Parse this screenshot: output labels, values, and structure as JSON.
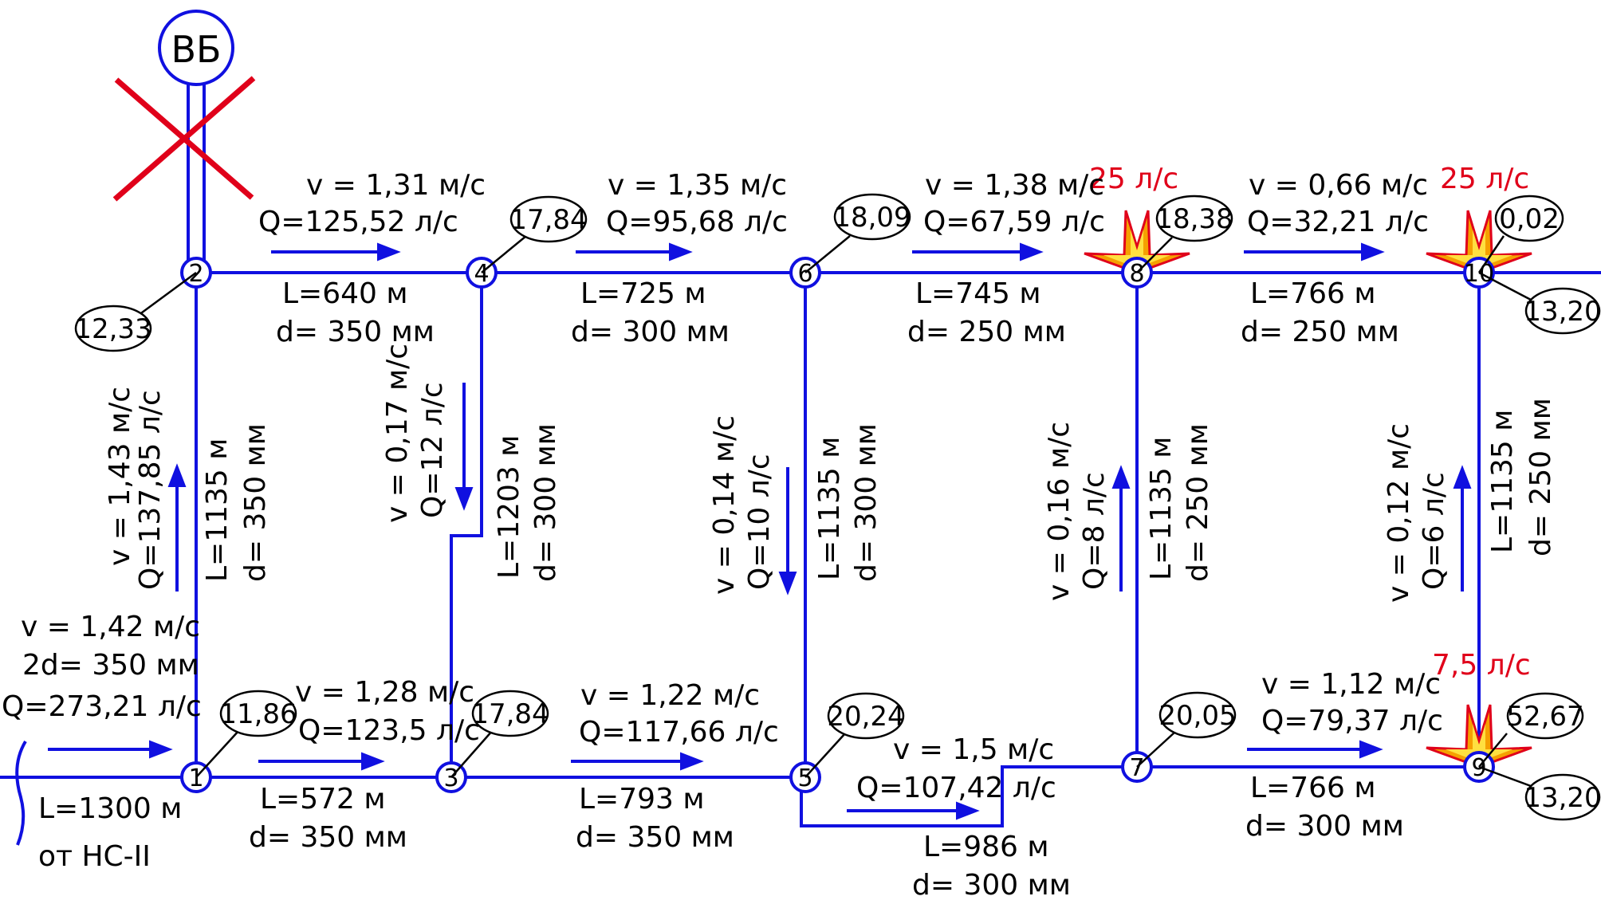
{
  "tower": {
    "label": "ВБ",
    "crossed": true
  },
  "source": {
    "label": "от НС-II",
    "length": "L=1300 м"
  },
  "inflow": {
    "v": "v = 1,42 м/с",
    "d": "2d= 350 мм",
    "q": "Q=273,21 л/с"
  },
  "nodes": [
    {
      "id": "1"
    },
    {
      "id": "2"
    },
    {
      "id": "3"
    },
    {
      "id": "4"
    },
    {
      "id": "5"
    },
    {
      "id": "6"
    },
    {
      "id": "7"
    },
    {
      "id": "8"
    },
    {
      "id": "9"
    },
    {
      "id": "10"
    }
  ],
  "node_values": {
    "n1": "11,86",
    "n2": "12,33",
    "n3": "17,84",
    "n4": "17,84",
    "n5": "20,24",
    "n6": "18,09",
    "n7": "20,05",
    "n8": "18,38",
    "n10a": "0,02",
    "n10b": "13,20",
    "n9a": "52,67",
    "n9b": "13,20"
  },
  "fires": {
    "f8": "25 л/с",
    "f10": "25 л/с",
    "f9": "7,5 л/с"
  },
  "pipes": {
    "p24": {
      "v": "v = 1,31 м/с",
      "q": "Q=125,52 л/с",
      "l": "L=640 м",
      "d": "d= 350 мм"
    },
    "p46": {
      "v": "v = 1,35 м/с",
      "q": "Q=95,68 л/с",
      "l": "L=725 м",
      "d": "d= 300 мм"
    },
    "p68": {
      "v": "v = 1,38 м/с",
      "q": "Q=67,59 л/с",
      "l": "L=745 м",
      "d": "d= 250 мм"
    },
    "p810": {
      "v": "v = 0,66 м/с",
      "q": "Q=32,21 л/с",
      "l": "L=766 м",
      "d": "d= 250 мм"
    },
    "p13": {
      "v": "v = 1,28 м/с",
      "q": "Q=123,5 л/с",
      "l": "L=572 м",
      "d": "d= 350 мм"
    },
    "p35": {
      "v": "v = 1,22 м/с",
      "q": "Q=117,66 л/с",
      "l": "L=793 м",
      "d": "d= 350 мм"
    },
    "p57": {
      "v": "v = 1,5 м/с",
      "q": "Q=107,42 л/с",
      "l": "L=986 м",
      "d": "d= 300 мм"
    },
    "p79": {
      "v": "v = 1,12 м/с",
      "q": "Q=79,37 л/с",
      "l": "L=766 м",
      "d": "d= 300 мм"
    },
    "p12": {
      "v": "v = 1,43 м/с",
      "q": "Q=137,85 л/с",
      "l": "L=1135 м",
      "d": "d= 350 мм"
    },
    "p43": {
      "v": "v = 0,17 м/с",
      "q": "Q=12 л/с",
      "l": "L=1203 м",
      "d": "d= 300 мм"
    },
    "p65": {
      "v": "v = 0,14 м/с",
      "q": "Q=10 л/с",
      "l": "L=1135 м",
      "d": "d= 300 мм"
    },
    "p78": {
      "v": "v = 0,16 м/с",
      "q": "Q=8 л/с",
      "l": "L=1135 м",
      "d": "d= 250 мм"
    },
    "p910": {
      "v": "v = 0,12 м/с",
      "q": "Q=6 л/с",
      "l": "L=1135 м",
      "d": "d= 250 мм"
    }
  },
  "colors": {
    "pipe": "#1010e0",
    "fire_label": "#e0001a",
    "cross": "#e0001a",
    "fire_icon": "#f5a000"
  }
}
